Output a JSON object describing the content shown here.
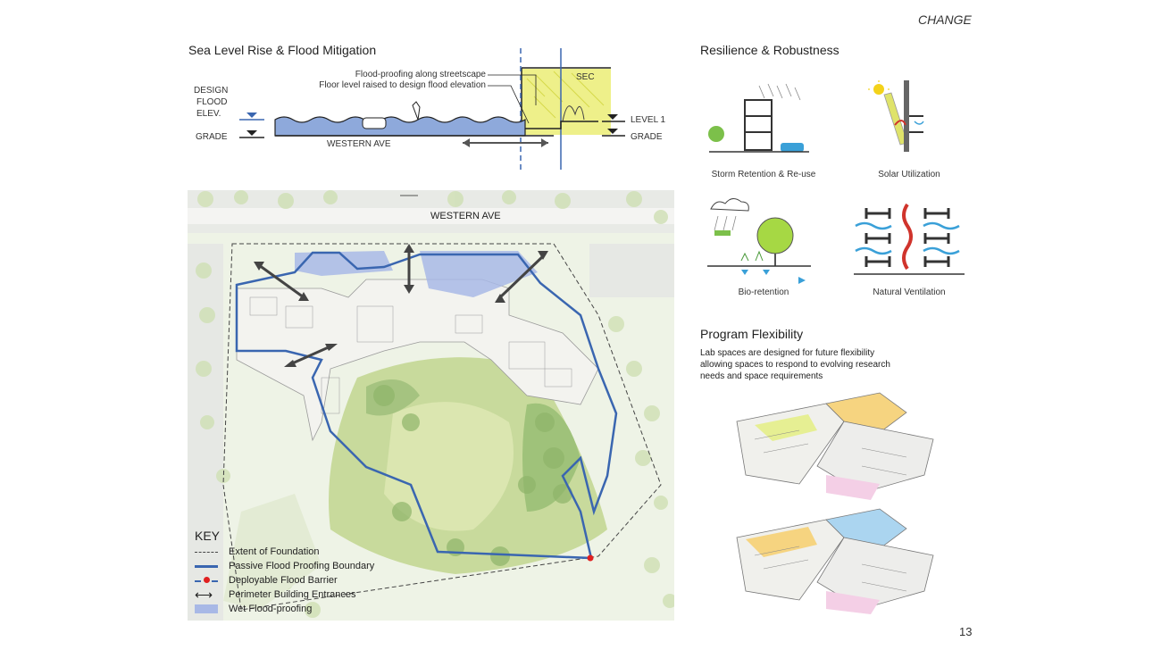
{
  "page": {
    "section": "CHANGE",
    "page_number": "13"
  },
  "flood": {
    "title": "Sea Level Rise & Flood Mitigation",
    "note_1": "Flood-proofing along streetscape",
    "note_2": "Floor level raised to design flood elevation",
    "design_flood_1": "DESIGN",
    "design_flood_2": "FLOOD",
    "design_flood_3": "ELEV.",
    "grade_left": "GRADE",
    "street": "WESTERN AVE",
    "level_1": "LEVEL 1",
    "grade_right": "GRADE",
    "sec": "SEC"
  },
  "plan": {
    "street_label": "WESTERN AVE",
    "key": {
      "title": "KEY",
      "items": [
        "Extent of Foundation",
        "Passive Flood Proofing Boundary",
        "Deployable Flood Barrier",
        "Perimeter Building Entrances",
        "Wet Flood-proofing"
      ]
    }
  },
  "resilience": {
    "title": "Resilience & Robustness",
    "items": [
      "Storm Retention & Re-use",
      "Solar Utilization",
      "Bio-retention",
      "Natural Ventilation"
    ]
  },
  "program": {
    "title": "Program Flexibility",
    "line_1": "Lab spaces are designed for future flexibility",
    "line_2": "allowing spaces to respond to evolving research",
    "line_3": "needs and space requirements"
  },
  "colors": {
    "flood_blue": "#3a66b0",
    "water_blue": "#8ea9db",
    "wet_flood": "#a8b8e6",
    "barrier_red": "#e02020",
    "landscape_green": "#a9c77a",
    "section_yellow": "#eef08a"
  }
}
